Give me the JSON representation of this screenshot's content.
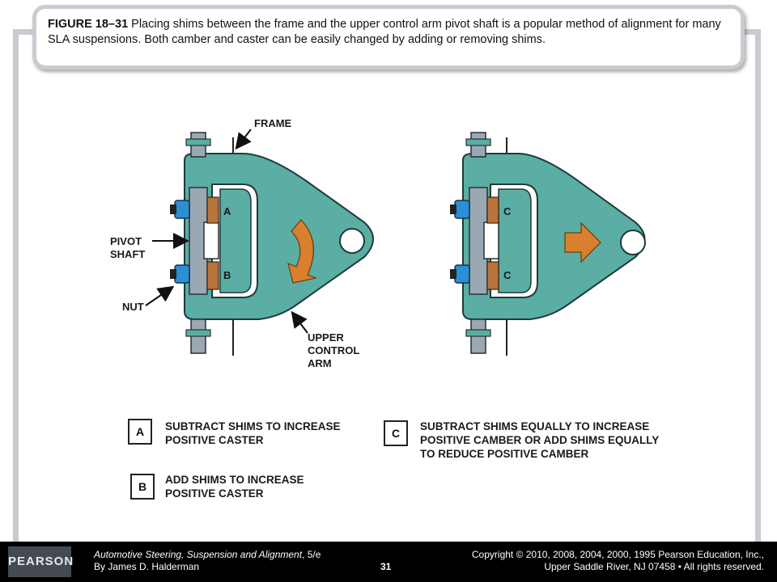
{
  "caption": {
    "figure_label": "FIGURE 18–31",
    "text": " Placing shims between the frame and the upper control arm pivot shaft is a popular method of alignment for many SLA suspensions. Both camber and caster can be easily changed by adding or removing shims."
  },
  "diagram": {
    "frame": "FRAME",
    "pivot_shaft_1": "PIVOT",
    "pivot_shaft_2": "SHAFT",
    "nut": "NUT",
    "uca_1": "UPPER",
    "uca_2": "CONTROL",
    "uca_3": "ARM",
    "left_shim_top": "A",
    "left_shim_bottom": "B",
    "right_shim_top": "C",
    "right_shim_bottom": "C"
  },
  "legend": [
    {
      "key": "A",
      "text_1": "SUBTRACT SHIMS TO INCREASE",
      "text_2": "POSITIVE CASTER",
      "text_3": ""
    },
    {
      "key": "B",
      "text_1": "ADD SHIMS TO INCREASE",
      "text_2": "POSITIVE CASTER",
      "text_3": ""
    },
    {
      "key": "C",
      "text_1": "SUBTRACT SHIMS EQUALLY TO INCREASE",
      "text_2": "POSITIVE CAMBER OR ADD SHIMS EQUALLY",
      "text_3": "TO REDUCE POSITIVE CAMBER"
    }
  ],
  "footer": {
    "logo": "PEARSON",
    "book_title": "Automotive Steering, Suspension and Alignment",
    "book_edition": ", 5/e",
    "author": "By James D. Halderman",
    "page": "31",
    "copyright_1": "Copyright © 2010, 2008, 2004, 2000, 1995 Pearson Education, Inc.,",
    "copyright_2": "Upper Saddle River, NJ 07458 • All rights reserved."
  },
  "colors": {
    "arm": "#5aaea4",
    "arm_outline": "#1f3a3a",
    "shaft": "#9aa8b4",
    "nut": "#2b8fd6",
    "shim": "#b8743a",
    "arrow": "#d8802e"
  }
}
